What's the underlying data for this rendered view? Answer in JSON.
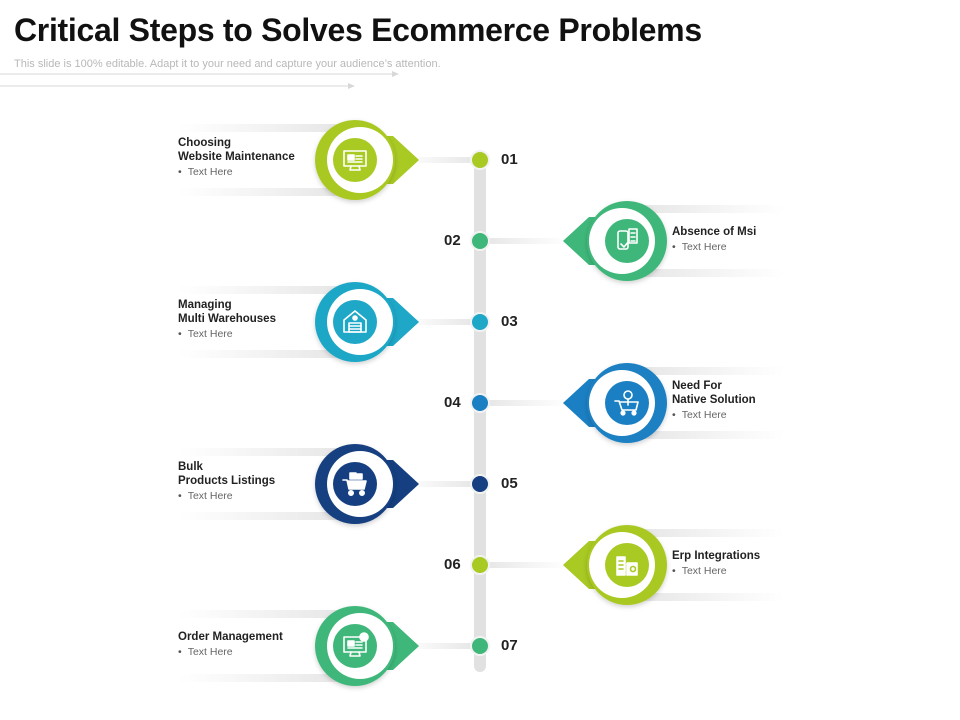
{
  "header": {
    "title": "Critical Steps to Solves Ecommerce Problems",
    "subtitle": "This slide is 100% editable. Adapt it to your need and capture your audience’s attention."
  },
  "steps": [
    {
      "number": "01",
      "label": "Choosing\nWebsite Maintenance",
      "sub": "Text Here",
      "side": "left",
      "color": "#a9c923",
      "icon": "website-monitor-icon"
    },
    {
      "number": "02",
      "label": "Absence of Msi",
      "sub": "Text Here",
      "side": "right",
      "color": "#3fb77a",
      "icon": "mobile-checklist-icon"
    },
    {
      "number": "03",
      "label": "Managing\nMulti Warehouses",
      "sub": "Text Here",
      "side": "left",
      "color": "#1ea7c7",
      "icon": "warehouse-icon"
    },
    {
      "number": "04",
      "label": "Need For\nNative Solution",
      "sub": "Text Here",
      "side": "right",
      "color": "#1b80c3",
      "icon": "cart-idea-icon"
    },
    {
      "number": "05",
      "label": "Bulk\nProducts Listings",
      "sub": "Text Here",
      "side": "left",
      "color": "#153f80",
      "icon": "bulk-cart-icon"
    },
    {
      "number": "06",
      "label": "Erp Integrations",
      "sub": "Text Here",
      "side": "right",
      "color": "#a9c923",
      "icon": "erp-building-icon"
    },
    {
      "number": "07",
      "label": "Order Management",
      "sub": "Text Here",
      "side": "left",
      "color": "#3fb77a",
      "icon": "order-monitor-icon"
    }
  ]
}
